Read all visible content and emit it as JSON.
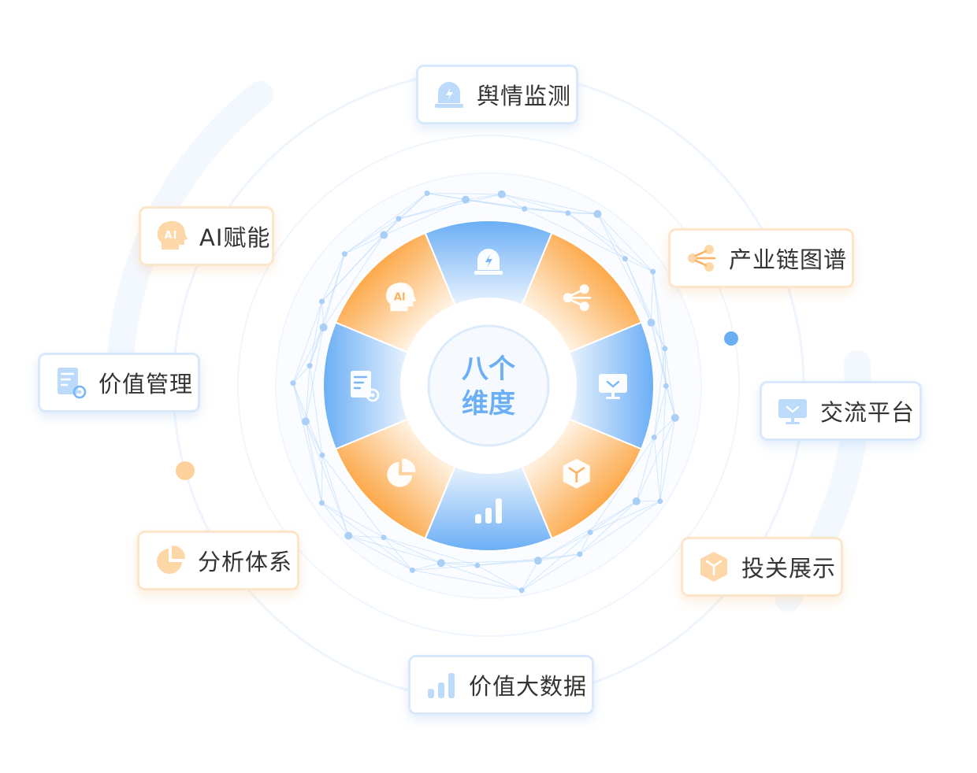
{
  "center_label": {
    "line1": "八个",
    "line2": "维度"
  },
  "colors": {
    "blue": "#6aaef5",
    "blue_light": "#e4f0fd",
    "orange": "#fca849",
    "orange_light": "#fff2e2",
    "center_text": "#6aaef5",
    "dot_blue": "#6aaef5",
    "dot_orange": "#fcd19c"
  },
  "dimensions": [
    {
      "id": "public-opinion",
      "label": "舆情监测",
      "icon": "alert-light-icon",
      "color": "blue"
    },
    {
      "id": "industry-chain",
      "label": "产业链图谱",
      "icon": "share-nodes-icon",
      "color": "orange"
    },
    {
      "id": "exchange-platform",
      "label": "交流平台",
      "icon": "monitor-icon",
      "color": "blue"
    },
    {
      "id": "ir-display",
      "label": "投关展示",
      "icon": "cube-icon",
      "color": "orange"
    },
    {
      "id": "value-big-data",
      "label": "价值大数据",
      "icon": "bar-chart-icon",
      "color": "blue"
    },
    {
      "id": "analysis-system",
      "label": "分析体系",
      "icon": "pie-chart-icon",
      "color": "orange"
    },
    {
      "id": "value-management",
      "label": "价值管理",
      "icon": "document-gear-icon",
      "color": "blue"
    },
    {
      "id": "ai-empower",
      "label": "AI赋能",
      "icon": "ai-head-icon",
      "color": "orange"
    }
  ]
}
